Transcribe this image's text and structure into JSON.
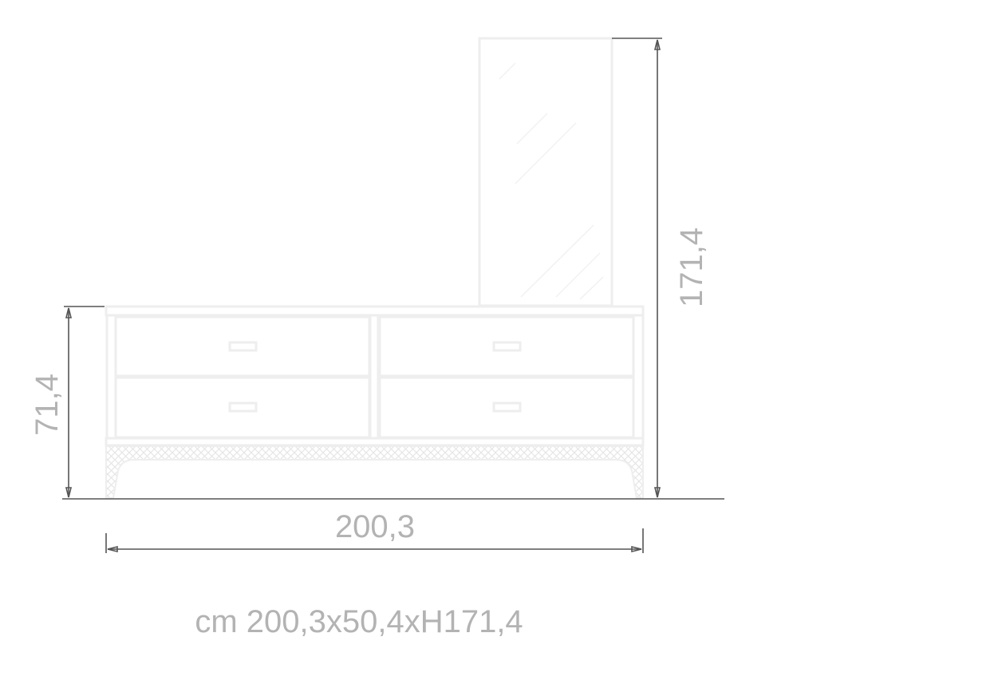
{
  "dimensions": {
    "width": "200,3",
    "height_cabinet": "71,4",
    "height_total": "171,4"
  },
  "caption": "cm 200,3x50,4xH171,4",
  "colors": {
    "outline": "#eeeeee",
    "dimension_line": "#555555",
    "text": "#b3b3b3"
  }
}
